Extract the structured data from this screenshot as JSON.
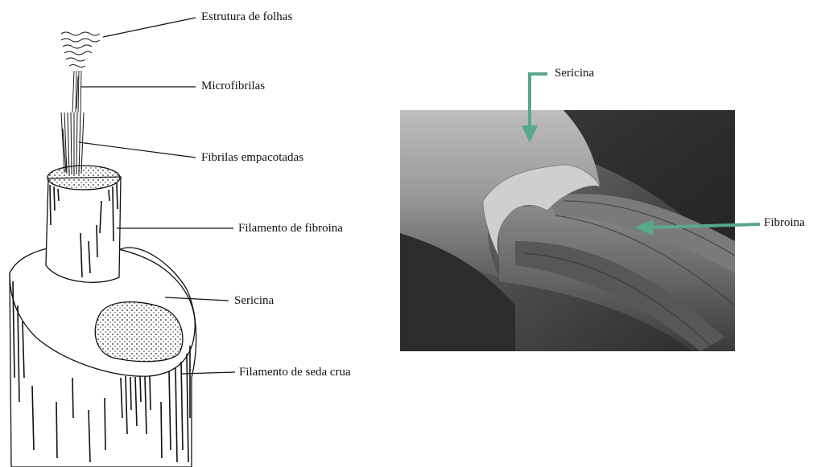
{
  "left_diagram": {
    "labels": [
      "Estrutura de folhas",
      "Microfibrilas",
      "Fibrilas empacotadas",
      "Filamento de fibroina",
      "Sericina",
      "Filamento de seda crua"
    ]
  },
  "right_micrograph": {
    "labels": [
      "Sericina",
      "Fibroina"
    ],
    "arrow_color": "#5aa88a"
  }
}
